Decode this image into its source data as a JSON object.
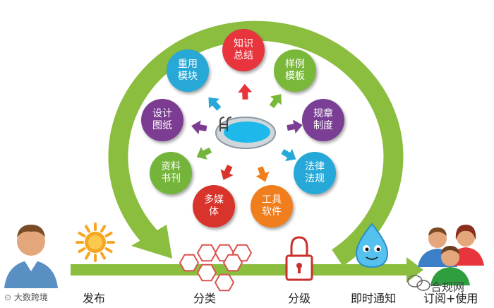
{
  "nodes": [
    {
      "label": "知识\n总结",
      "color": "#e8343d"
    },
    {
      "label": "样例\n模板",
      "color": "#7ab83a"
    },
    {
      "label": "规章\n制度",
      "color": "#7a3f94"
    },
    {
      "label": "法律\n法规",
      "color": "#26a9d8"
    },
    {
      "label": "工具\n软件",
      "color": "#f07e1c"
    },
    {
      "label": "多媒\n体",
      "color": "#d9342b"
    },
    {
      "label": "资料\n书刊",
      "color": "#74b43a"
    },
    {
      "label": "设计\n图纸",
      "color": "#7b3c91"
    },
    {
      "label": "重用\n模块",
      "color": "#27a8d6"
    }
  ],
  "stages": {
    "publish": "发布",
    "classify": "分类",
    "grade": "分级",
    "notify": "即时通知",
    "subscribe": "订阅+使用"
  },
  "watermark_left": "大数跨境",
  "watermark_right": "合规网",
  "colors": {
    "loop_green": "#8bbd3e",
    "hex_red": "#d9534f",
    "lock_red": "#c9302c"
  }
}
